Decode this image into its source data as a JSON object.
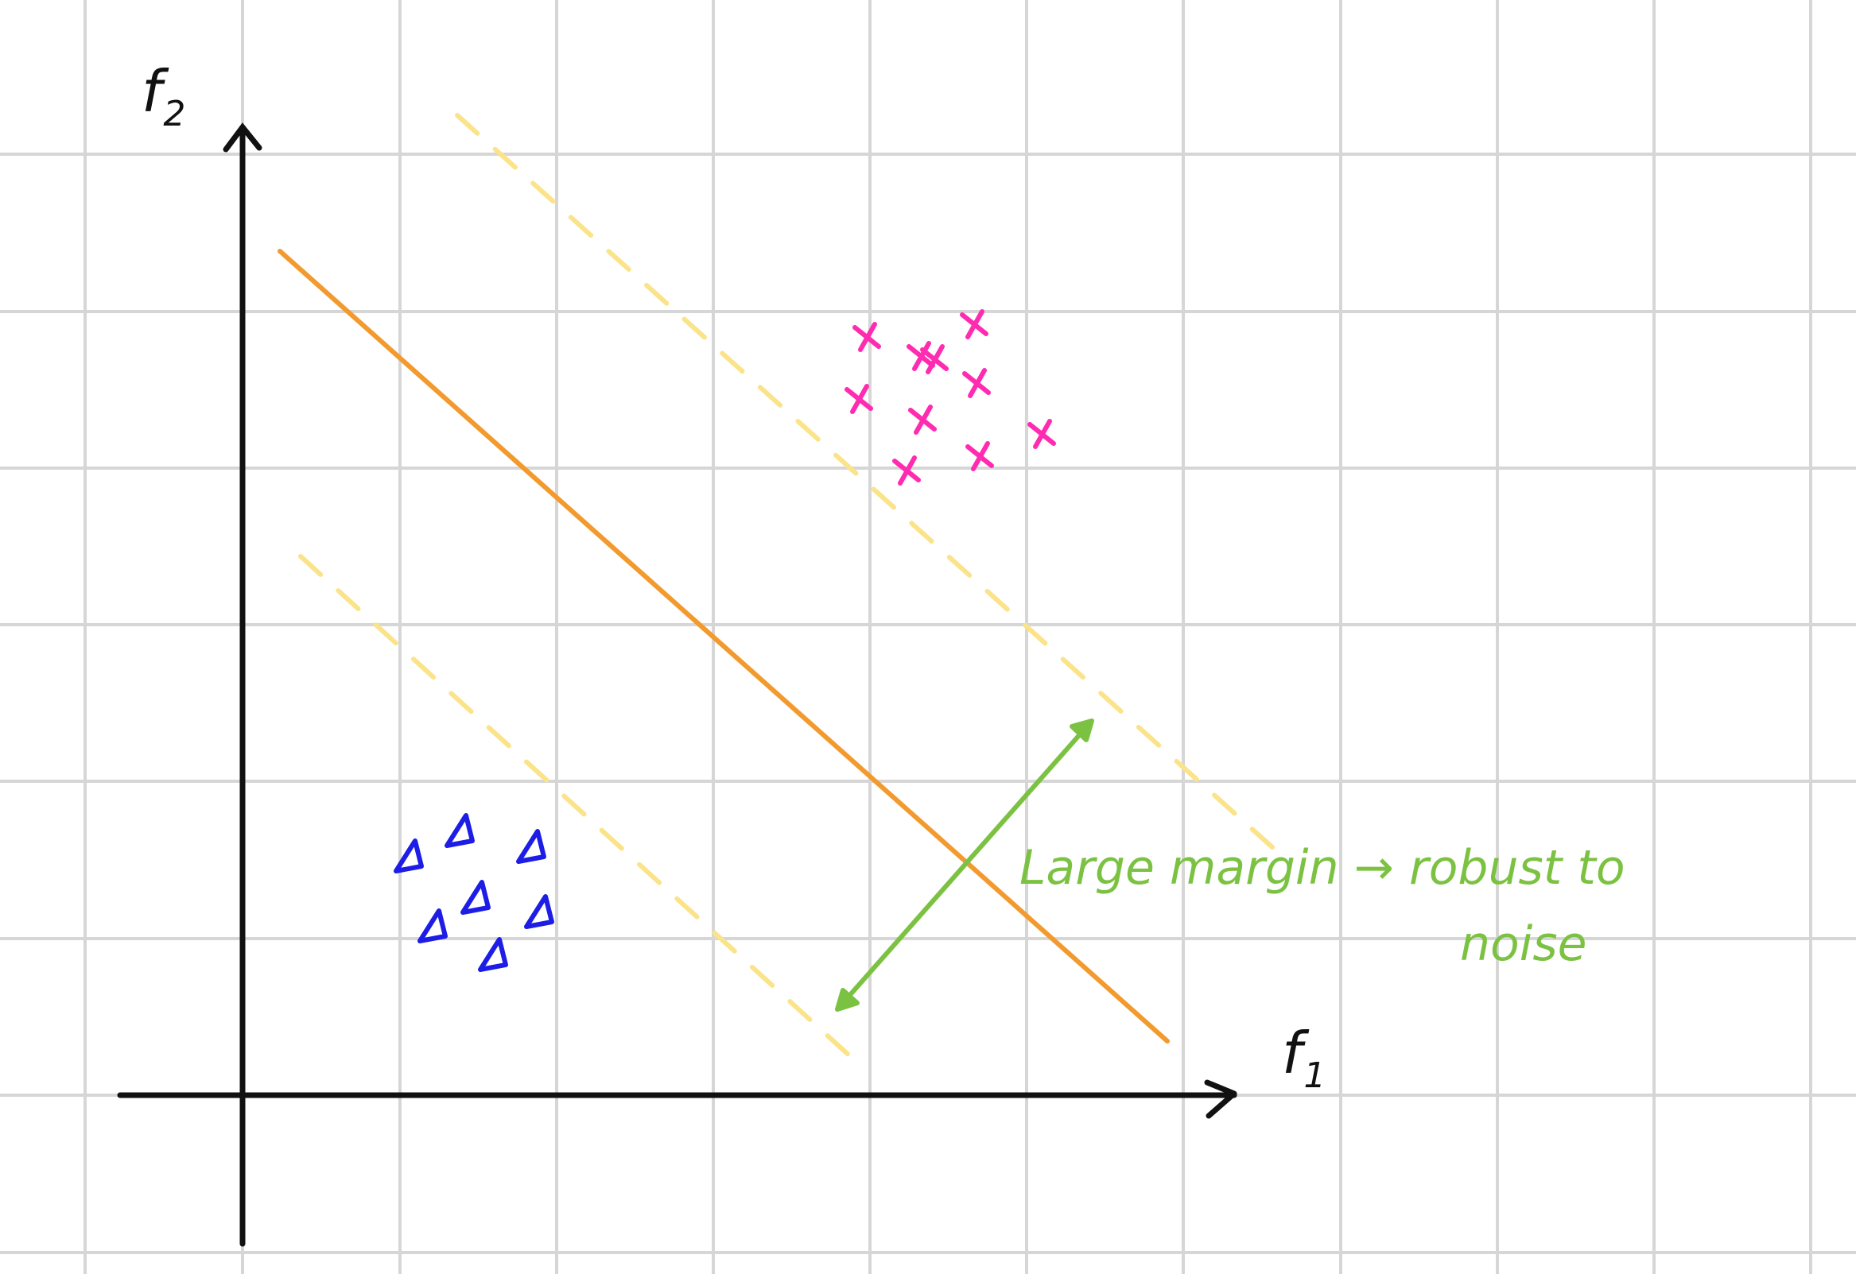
{
  "axes": {
    "y_label_main": "f",
    "y_label_sub": "2",
    "x_label_main": "f",
    "x_label_sub": "1"
  },
  "annotation": {
    "line1": "Large margin → robust to",
    "line2": "noise"
  },
  "colors": {
    "grid": "#d6d6d6",
    "axis": "#111111",
    "hyperplane": "#f29a2e",
    "margin": "#fbe38a",
    "class_x": "#ff2bb1",
    "class_triangle": "#1d1de6",
    "annotation": "#7cc242"
  },
  "classes": [
    {
      "name": "cross",
      "marker": "x",
      "count": 10
    },
    {
      "name": "triangle",
      "marker": "triangle",
      "count": 7
    }
  ]
}
